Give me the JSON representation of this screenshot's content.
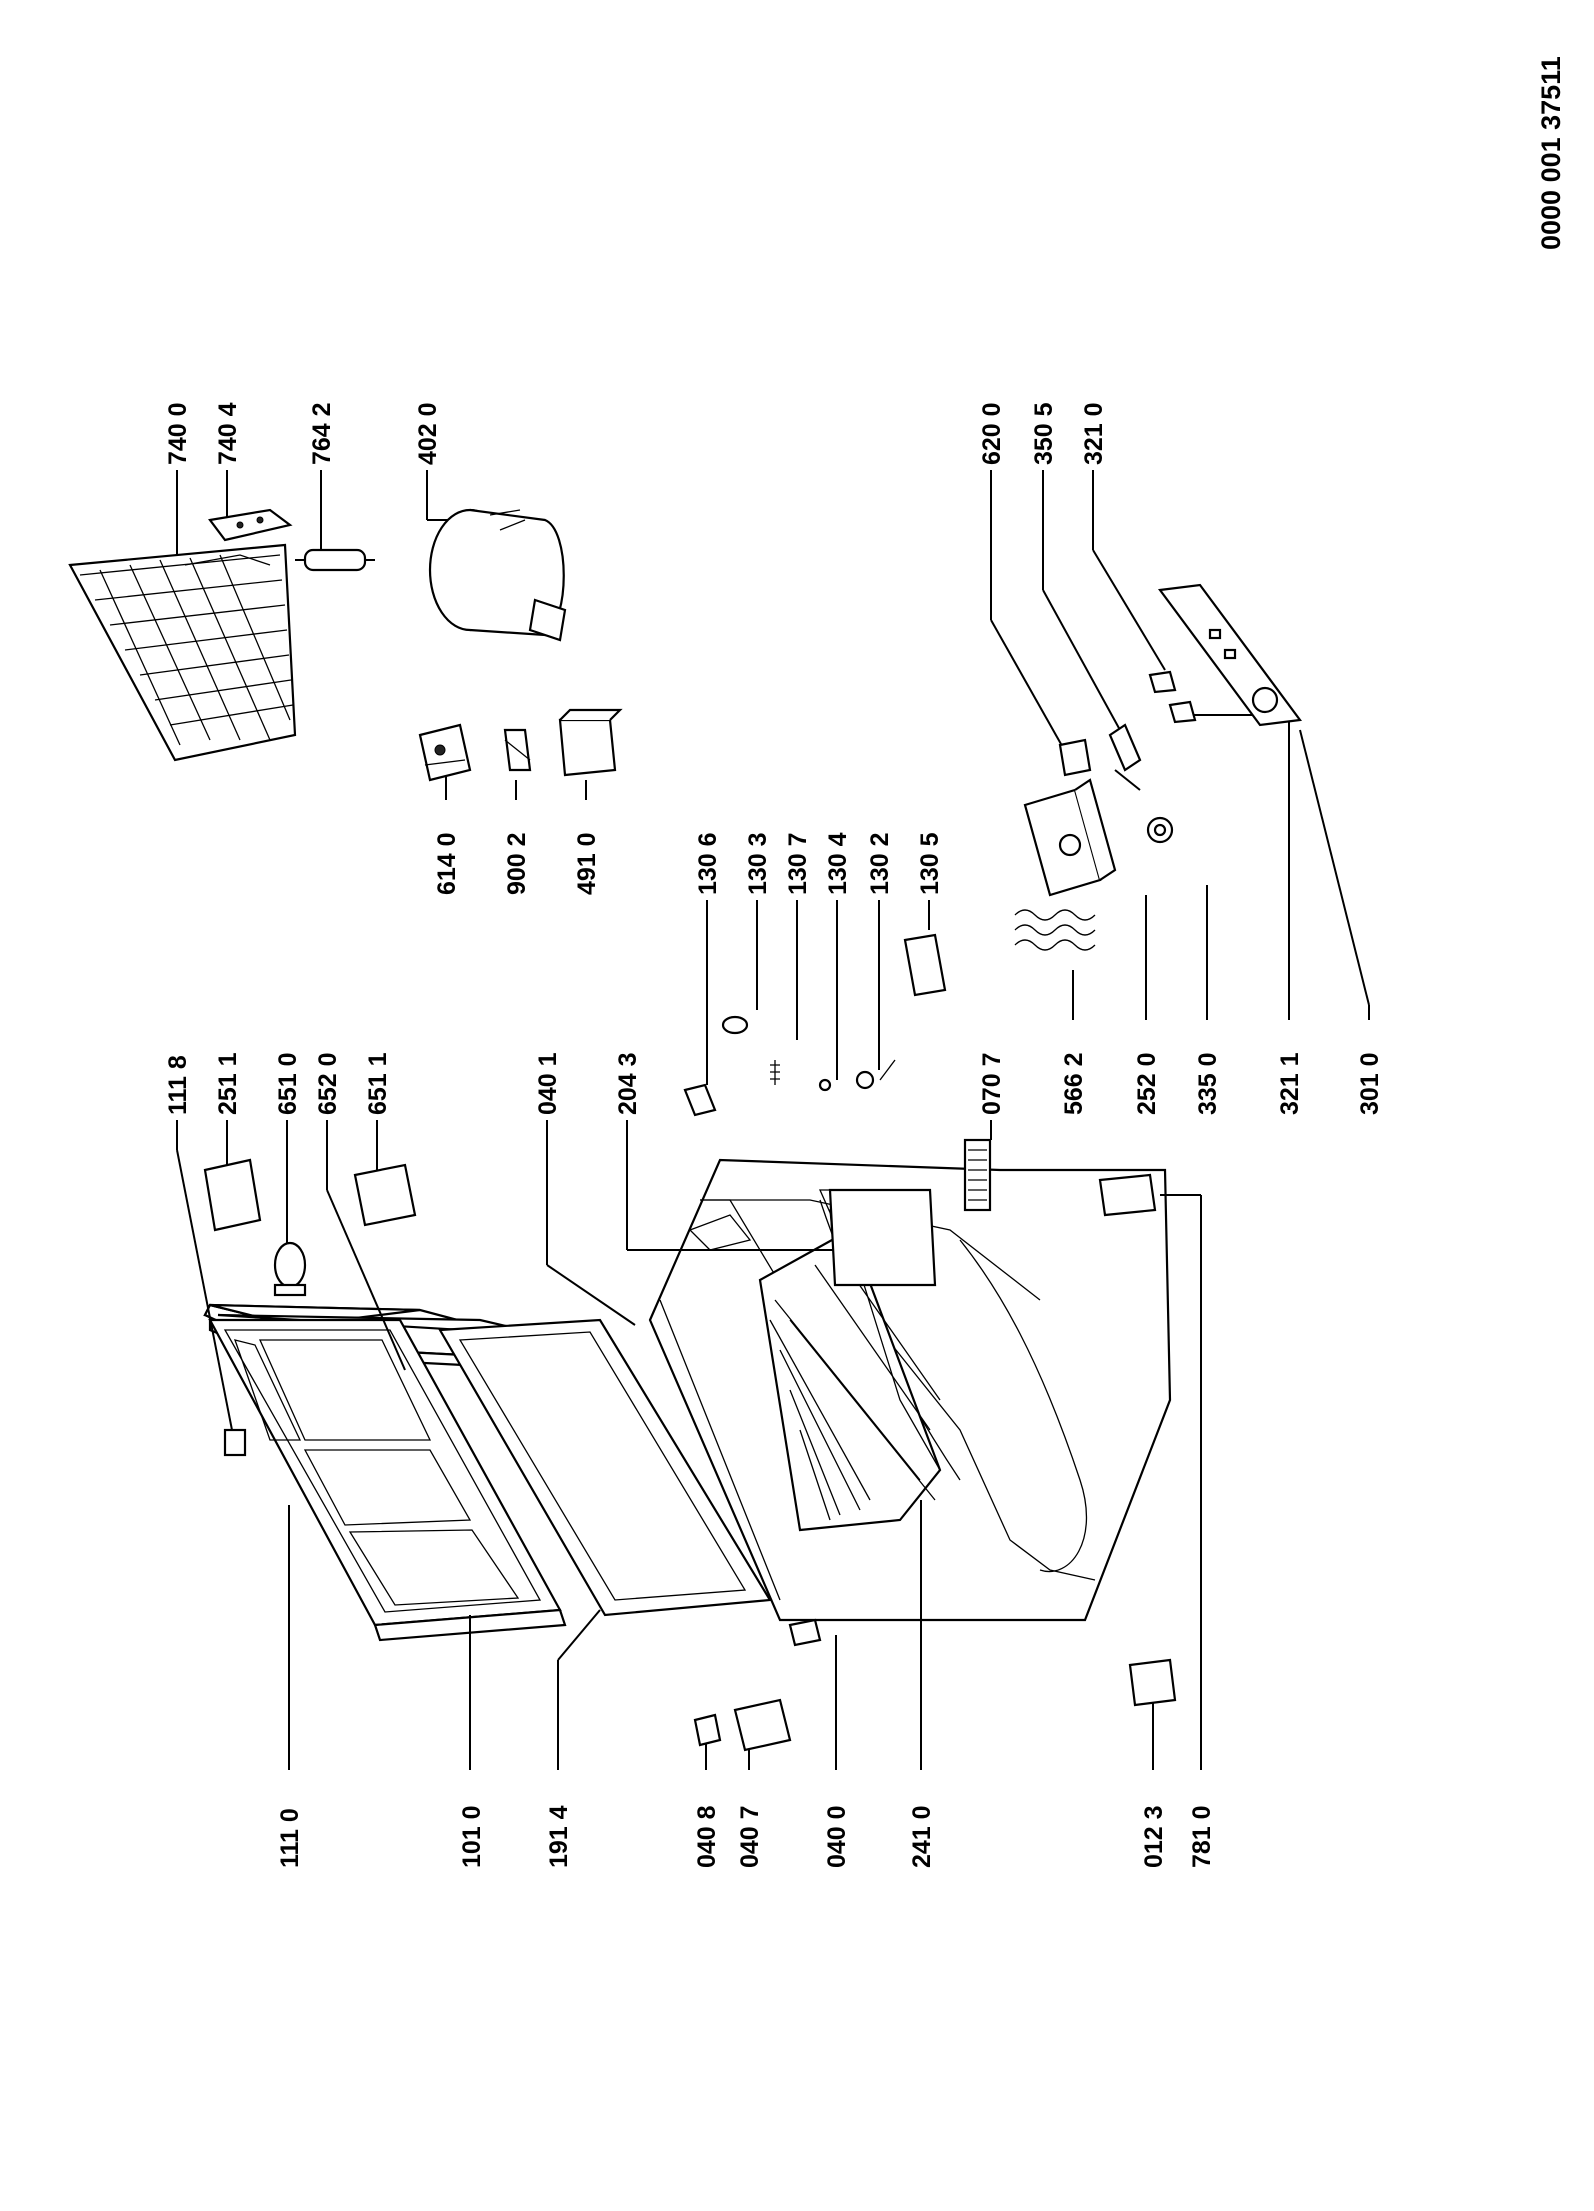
{
  "document_number": "0000 001 37511",
  "parts": [
    {
      "id": "111-0",
      "label": "111 0"
    },
    {
      "id": "101-0",
      "label": "101 0"
    },
    {
      "id": "191-4",
      "label": "191 4"
    },
    {
      "id": "040-8",
      "label": "040 8"
    },
    {
      "id": "040-7",
      "label": "040 7"
    },
    {
      "id": "040-0",
      "label": "040 0"
    },
    {
      "id": "241-0",
      "label": "241 0"
    },
    {
      "id": "012-3",
      "label": "012 3"
    },
    {
      "id": "781-0",
      "label": "781 0"
    },
    {
      "id": "111-8",
      "label": "111 8"
    },
    {
      "id": "251-1",
      "label": "251 1"
    },
    {
      "id": "651-0",
      "label": "651 0"
    },
    {
      "id": "652-0",
      "label": "652 0"
    },
    {
      "id": "651-1",
      "label": "651 1"
    },
    {
      "id": "040-1",
      "label": "040 1"
    },
    {
      "id": "204-3",
      "label": "204 3"
    },
    {
      "id": "070-7",
      "label": "070 7"
    },
    {
      "id": "566-2",
      "label": "566 2"
    },
    {
      "id": "252-0",
      "label": "252 0"
    },
    {
      "id": "335-0",
      "label": "335 0"
    },
    {
      "id": "321-1",
      "label": "321 1"
    },
    {
      "id": "301-0",
      "label": "301 0"
    },
    {
      "id": "130-6",
      "label": "130 6"
    },
    {
      "id": "130-3",
      "label": "130 3"
    },
    {
      "id": "130-7",
      "label": "130 7"
    },
    {
      "id": "130-4",
      "label": "130 4"
    },
    {
      "id": "130-2",
      "label": "130 2"
    },
    {
      "id": "130-5",
      "label": "130 5"
    },
    {
      "id": "614-0",
      "label": "614 0"
    },
    {
      "id": "900-2",
      "label": "900 2"
    },
    {
      "id": "491-0",
      "label": "491 0"
    },
    {
      "id": "740-0",
      "label": "740 0"
    },
    {
      "id": "740-4",
      "label": "740 4"
    },
    {
      "id": "764-2",
      "label": "764 2"
    },
    {
      "id": "402-0",
      "label": "402 0"
    },
    {
      "id": "620-0",
      "label": "620 0"
    },
    {
      "id": "350-5",
      "label": "350 5"
    },
    {
      "id": "321-0",
      "label": "321 0"
    }
  ]
}
